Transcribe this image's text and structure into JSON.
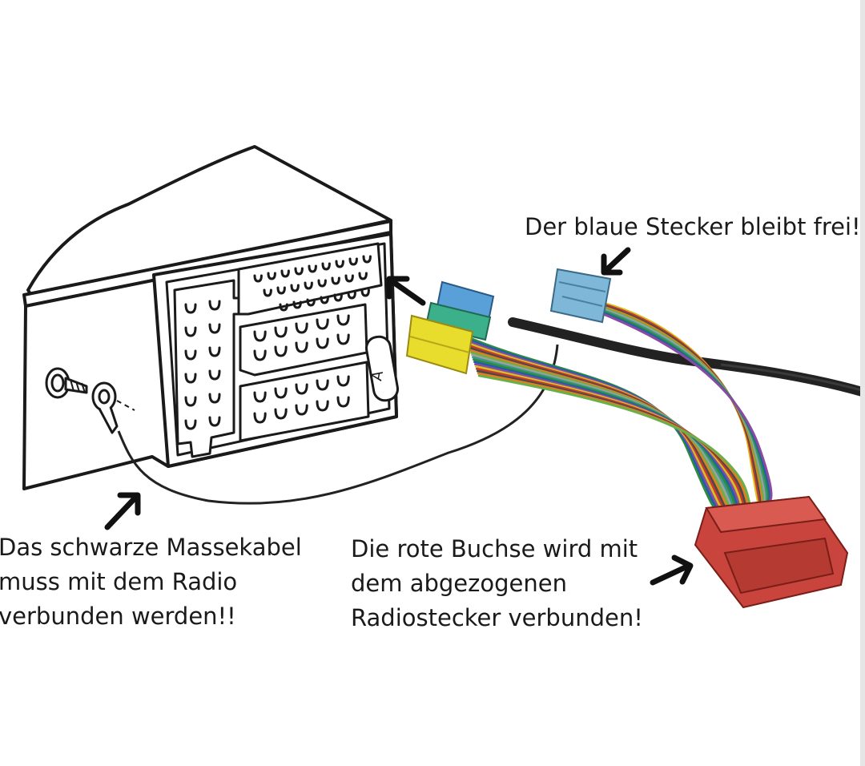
{
  "labels": {
    "blue_connector": [
      "Der blaue Stecker bleibt frei!"
    ],
    "ground_cable": [
      "Das schwarze Massekabel",
      "muss mit dem Radio",
      "verbunden werden!!"
    ],
    "red_socket": [
      "Die rote Buchse wird mit",
      "dem abgezogenen",
      "Radiostecker verbunden!"
    ]
  },
  "radio_slot_letter": "A",
  "colors": {
    "outline": "#1a1a1a",
    "blue_plug": "#5aa0d8",
    "light_blue_plug": "#7fb7d8",
    "green_plug": "#3bb08a",
    "yellow_plug": "#e8dc2c",
    "red_socket": "#c8443c",
    "cable_black": "#222222"
  },
  "wire_colors": [
    "#2e8b3a",
    "#1f5faa",
    "#8a4aa0",
    "#d8c020",
    "#c83a30",
    "#4a4a4a",
    "#e08020",
    "#6ab04a",
    "#a0a0a0",
    "#3a9a8a"
  ]
}
